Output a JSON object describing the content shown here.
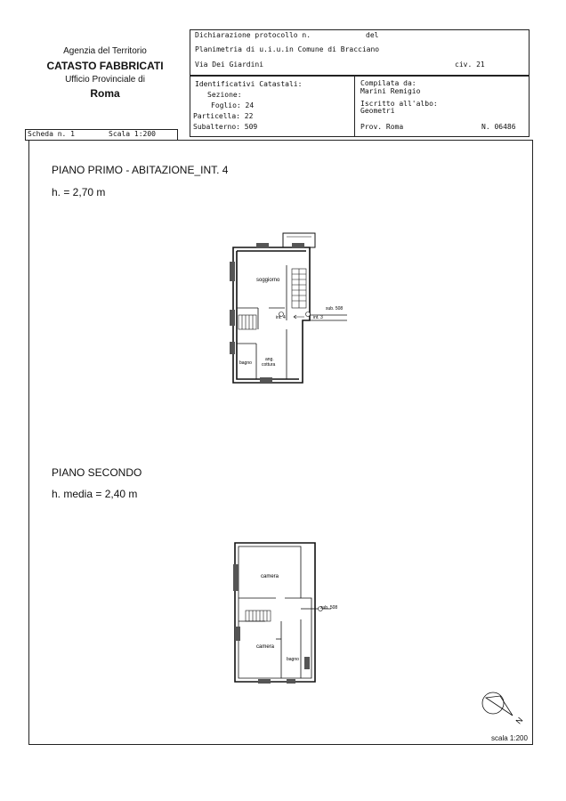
{
  "agency": {
    "name": "Agenzia del Territorio",
    "department": "CATASTO FABBRICATI",
    "office": "Ufficio Provinciale di",
    "city": "Roma"
  },
  "header": {
    "protocol_label": "Dichiarazione protocollo n.",
    "protocol_del": "del",
    "planimetria": "Planimetria di u.i.u.in Comune di Bracciano",
    "address": "Via Dei Giardini",
    "civic": "civ. 21",
    "ids_title": "Identificativi Catastali:",
    "sezione": "Sezione:",
    "foglio": "Foglio: 24",
    "particella": "Particella: 22",
    "subalterno": "Subalterno: 509",
    "compiled_by_label": "Compilata da:",
    "compiled_by": "Marini Remigio",
    "registered_label": "Iscritto all'albo:",
    "registered": "Geometri",
    "province": "Prov. Roma",
    "number": "N. 06486"
  },
  "sheet": {
    "scheda": "Scheda n. 1",
    "scala": "Scala 1:200"
  },
  "floor1": {
    "title": "PIANO PRIMO - ABITAZIONE_INT. 4",
    "height": "h. = 2,70 m",
    "rooms": {
      "soggiorno": "soggiorno",
      "bagno": "bagno",
      "ang_cottura_1": "ang.",
      "ang_cottura_2": "cottura",
      "int4": "int. 4",
      "int3": "int. 3",
      "sub508": "sub. 508"
    }
  },
  "floor2": {
    "title": "PIANO SECONDO",
    "height": "h. media = 2,40 m",
    "rooms": {
      "camera_top": "camera",
      "camera_bottom": "camera",
      "bagno": "bagno",
      "sub508": "sub. 508"
    }
  },
  "footer": {
    "north": "N",
    "scale": "scala 1:200"
  }
}
